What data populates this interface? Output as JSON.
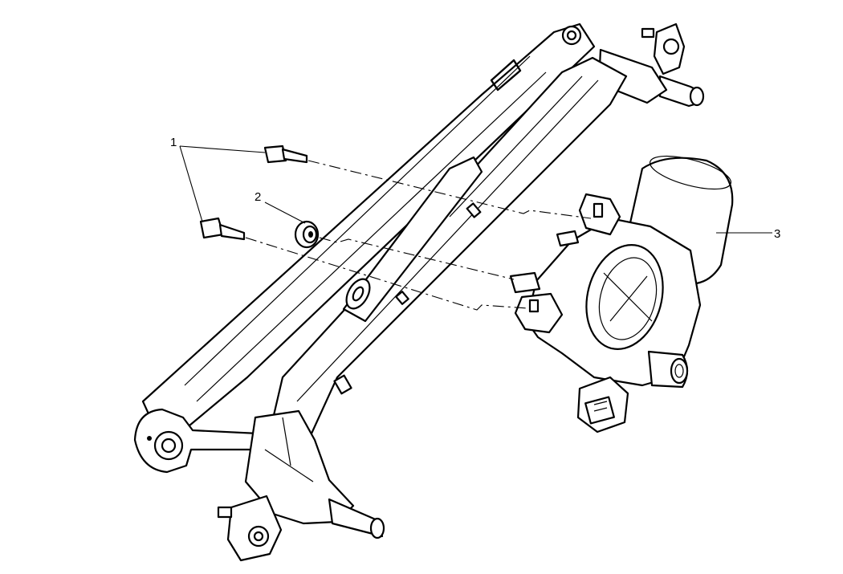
{
  "callouts": {
    "bolts": "1",
    "washer": "2",
    "motor": "3"
  }
}
